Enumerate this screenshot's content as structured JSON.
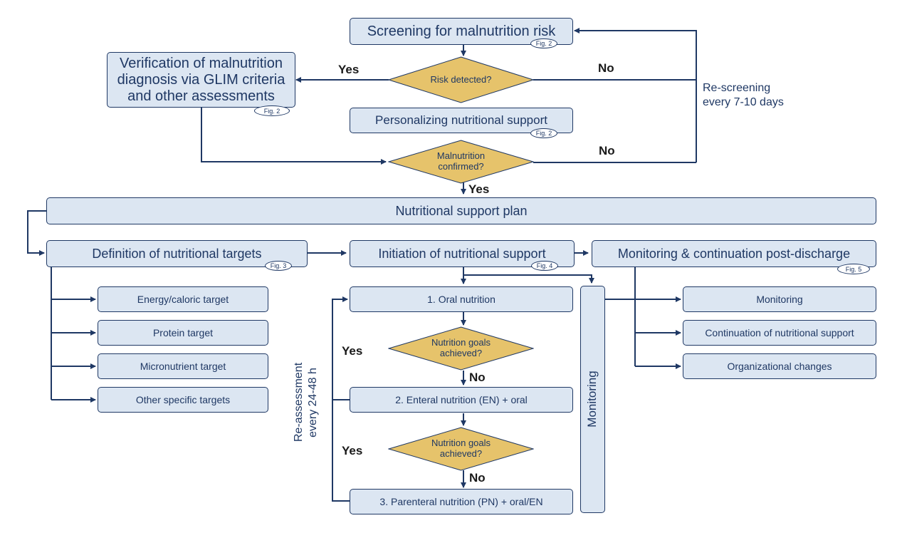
{
  "nodes": {
    "screening": "Screening for malnutrition risk",
    "verification": "Verification of malnutrition diagnosis via GLIM criteria and other assessments",
    "risk_detected": "Risk detected?",
    "personalizing": "Personalizing nutritional support",
    "malnutrition_confirmed": "Malnutrition confirmed?",
    "plan": "Nutritional support plan",
    "definition": "Definition of nutritional targets",
    "initiation": "Initiation of nutritional support",
    "monitoring_continuation": "Monitoring & continuation post-discharge",
    "energy_target": "Energy/caloric target",
    "protein_target": "Protein target",
    "micronutrient_target": "Micronutrient target",
    "other_targets": "Other specific targets",
    "oral": "1. Oral nutrition",
    "goals_1": "Nutrition goals achieved?",
    "enteral": "2. Enteral nutrition (EN) + oral",
    "goals_2": "Nutrition goals achieved?",
    "parenteral": "3. Parenteral nutrition (PN) + oral/EN",
    "monitoring_column": "Monitoring",
    "monitoring": "Monitoring",
    "continuation": "Continuation of nutritional support",
    "organizational": "Organizational changes"
  },
  "refs": {
    "fig2_screening": "Fig. 2",
    "fig2_verification": "Fig. 2",
    "fig2_personalizing": "Fig. 2",
    "fig3": "Fig. 3",
    "fig4": "Fig. 4",
    "fig5": "Fig. 5"
  },
  "labels": {
    "yes_risk": "Yes",
    "no_risk": "No",
    "no_confirmed": "No",
    "yes_confirmed": "Yes",
    "yes_goals_1": "Yes",
    "no_goals_1": "No",
    "yes_goals_2": "Yes",
    "no_goals_2": "No"
  },
  "notes": {
    "rescreening": [
      "Re-screening",
      "every 7-10 days"
    ],
    "reassessment": [
      "Re-assessment",
      "every 24-48 h"
    ]
  },
  "colors": {
    "box_fill": "#dce6f2",
    "line": "#1f3864",
    "diamond_fill": "#e6c36b"
  }
}
